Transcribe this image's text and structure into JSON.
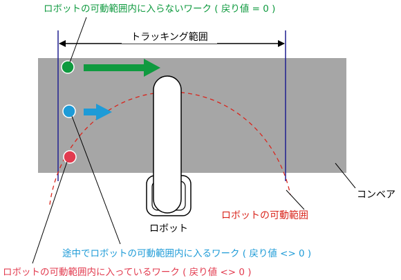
{
  "labels": {
    "top_work": "ロボットの可動範囲内に入らないワーク ( 戻り値 = 0 )",
    "tracking_range": "トラッキング範囲",
    "conveyor": "コンベア",
    "robot": "ロボット",
    "robot_range": "ロボットの可動範囲",
    "mid_work": "途中でロボットの可動範囲内に入るワーク ( 戻り値 <> 0 )",
    "bottom_work": "ロボットの可動範囲内に入っているワーク ( 戻り値 <> 0 )"
  },
  "colors": {
    "conveyor": "#a6a6a6",
    "boundary_line": "#1f1f8f",
    "green": "#0f9a3f",
    "blue": "#1e9bd7",
    "red": "#e23b4f",
    "range_arc": "#d9251c",
    "black": "#000000"
  }
}
